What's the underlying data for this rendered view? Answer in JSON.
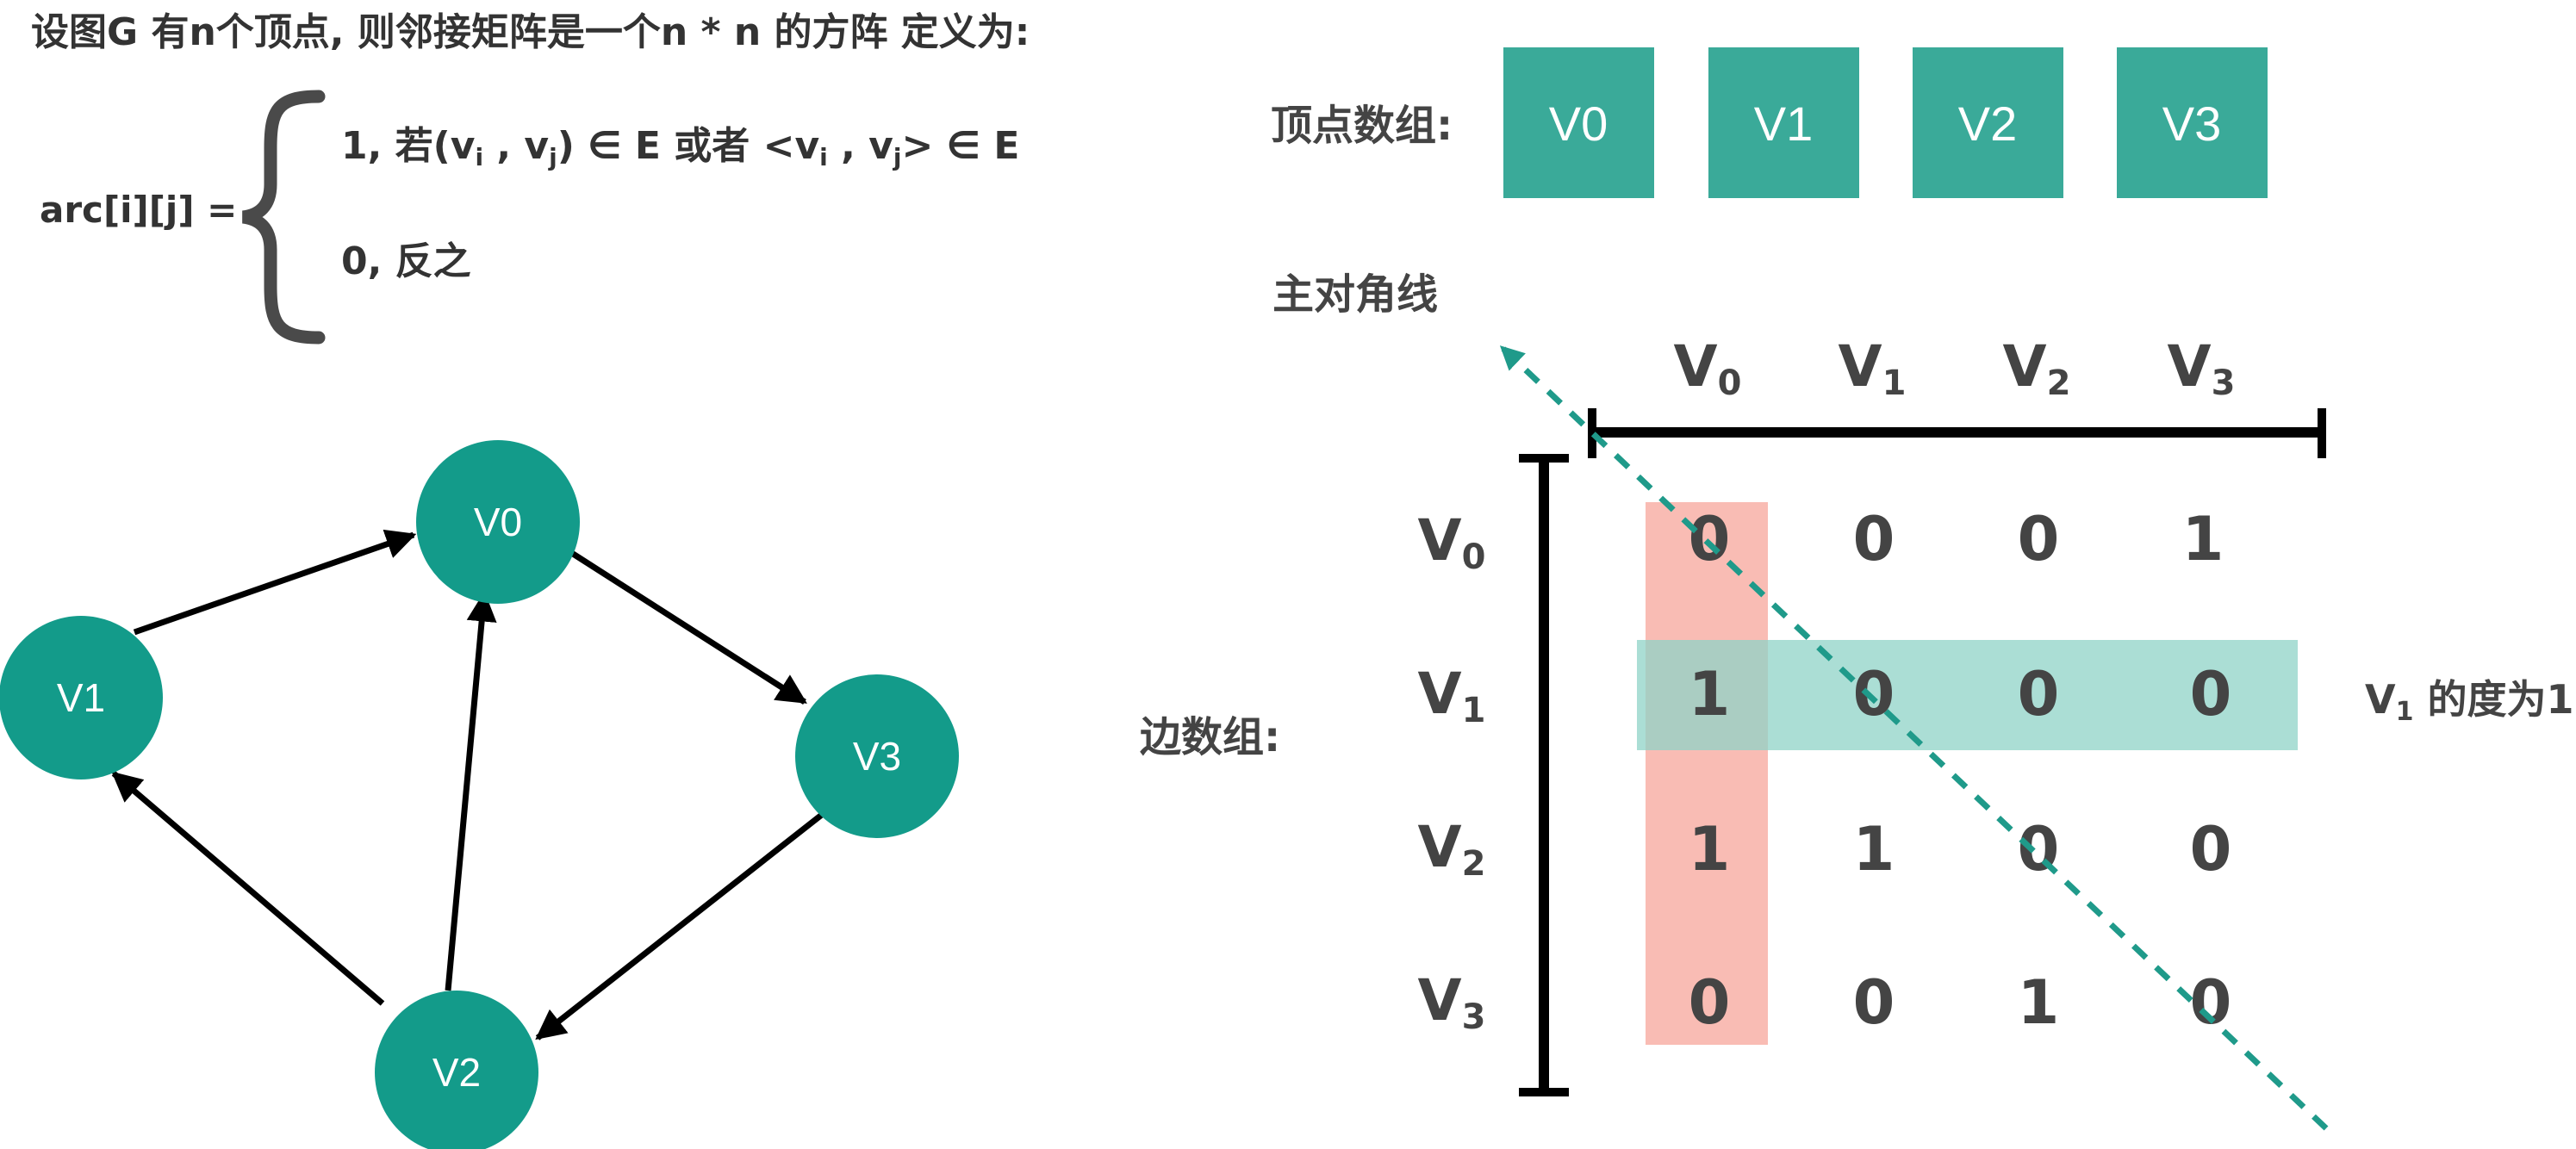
{
  "definition": {
    "intro_parts": [
      "设图",
      "G",
      " 有",
      "n",
      "个顶点, 则邻接矩阵是一个",
      "n",
      " * ",
      "n",
      " 的方阵 定义为:"
    ],
    "lhs": "arc[i][j] =",
    "case1_parts": [
      "1, 若(",
      "v",
      "i",
      " , ",
      "v",
      "j",
      ") ∈ E 或者 <",
      "v",
      "i",
      " , ",
      "v",
      "j",
      "> ∈ E"
    ],
    "case2": "0, 反之"
  },
  "graph": {
    "node_color": "#139b8a",
    "nodes": [
      {
        "id": "V0",
        "label": "V0"
      },
      {
        "id": "V1",
        "label": "V1"
      },
      {
        "id": "V2",
        "label": "V2"
      },
      {
        "id": "V3",
        "label": "V3"
      }
    ],
    "edges": [
      {
        "from": "V1",
        "to": "V0"
      },
      {
        "from": "V0",
        "to": "V3"
      },
      {
        "from": "V3",
        "to": "V2"
      },
      {
        "from": "V2",
        "to": "V0"
      },
      {
        "from": "V2",
        "to": "V1"
      }
    ]
  },
  "vertex_array": {
    "label": "顶点数组:",
    "box_color": "#3aaa99",
    "items": [
      "V0",
      "V1",
      "V2",
      "V3"
    ]
  },
  "diagonal_label": "主对角线",
  "diagonal_color": "#1f9a8a",
  "edge_array_label": "边数组:",
  "matrix": {
    "col_headers": [
      {
        "base": "V",
        "sub": "0"
      },
      {
        "base": "V",
        "sub": "1"
      },
      {
        "base": "V",
        "sub": "2"
      },
      {
        "base": "V",
        "sub": "3"
      }
    ],
    "row_headers": [
      {
        "base": "V",
        "sub": "0"
      },
      {
        "base": "V",
        "sub": "1"
      },
      {
        "base": "V",
        "sub": "2"
      },
      {
        "base": "V",
        "sub": "3"
      }
    ],
    "rows": [
      [
        "0",
        "0",
        "0",
        "1"
      ],
      [
        "1",
        "0",
        "0",
        "0"
      ],
      [
        "1",
        "1",
        "0",
        "0"
      ],
      [
        "0",
        "0",
        "1",
        "0"
      ]
    ],
    "highlight_column_index": 0,
    "highlight_row_index": 1,
    "column_highlight_color": "#f7a59b",
    "row_highlight_color": "#8fd3c7"
  },
  "degree_note": {
    "base": "V",
    "sub": "1",
    "text": " 的度为1"
  }
}
